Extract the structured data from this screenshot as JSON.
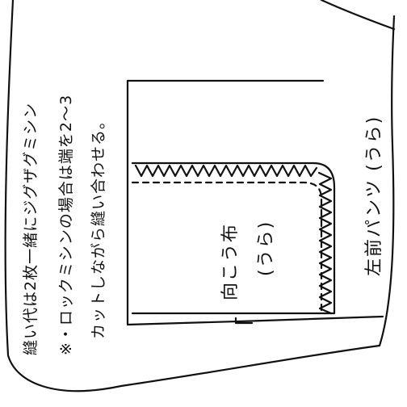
{
  "notes": {
    "line1": "縫い代は2枚一緒にジグザグミシン",
    "line2": "※・ロックミシンの場合は端を2～3",
    "line3": "カットしながら縫い合わせる。"
  },
  "labels": {
    "pocket_facing": "向こう布",
    "pocket_facing_side": "(うら)",
    "left_front_pants": "左前パンツ (うら)"
  },
  "colors": {
    "ink": "#111111",
    "paper": "#ffffff"
  }
}
